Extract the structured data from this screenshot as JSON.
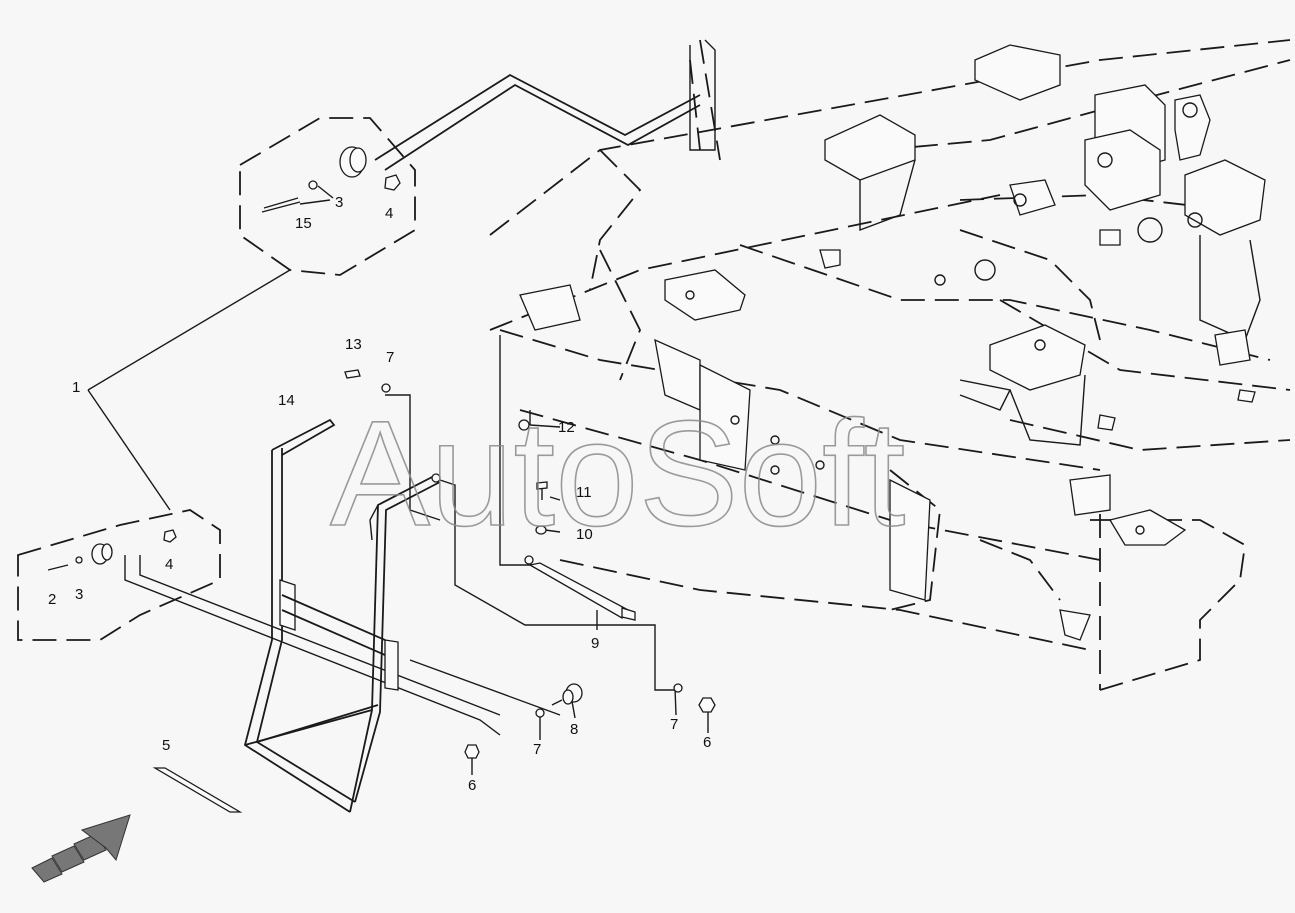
{
  "watermark": "AutoSoft",
  "callouts": {
    "c1": "1",
    "c2": "2",
    "c3a": "3",
    "c3b": "3",
    "c4a": "4",
    "c4b": "4",
    "c5": "5",
    "c6a": "6",
    "c6b": "6",
    "c7a": "7",
    "c7b": "7",
    "c7c": "7",
    "c8": "8",
    "c9": "9",
    "c10": "10",
    "c11": "11",
    "c12": "12",
    "c13": "13",
    "c14": "14",
    "c15": "15"
  },
  "colors": {
    "line": "#1a1a1a",
    "background": "#f7f7f7",
    "watermark": "#8a8a8a",
    "arrow": "#777777"
  },
  "icons": [
    "direction-arrow-icon"
  ]
}
